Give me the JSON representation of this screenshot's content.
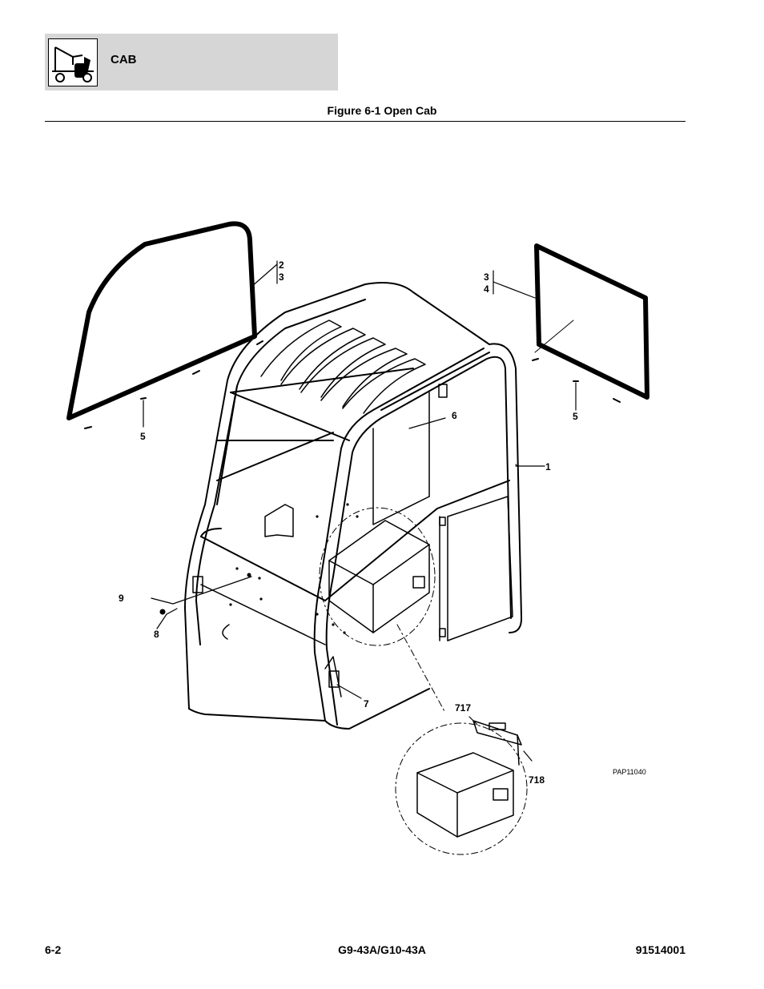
{
  "header": {
    "section_title": "CAB",
    "icon": "telehandler-icon"
  },
  "figure": {
    "caption": "Figure 6-1 Open Cab",
    "drawing_id": "PAP11040",
    "callouts": {
      "c1": "1",
      "c2a": "2",
      "c3a": "3",
      "c3b": "3",
      "c4": "4",
      "c5a": "5",
      "c5b": "5",
      "c6": "6",
      "c7": "7",
      "c8": "8",
      "c9": "9",
      "c717": "717",
      "c718": "718"
    }
  },
  "footer": {
    "page_number": "6-2",
    "model": "G9-43A/G10-43A",
    "doc_number": "91514001"
  }
}
